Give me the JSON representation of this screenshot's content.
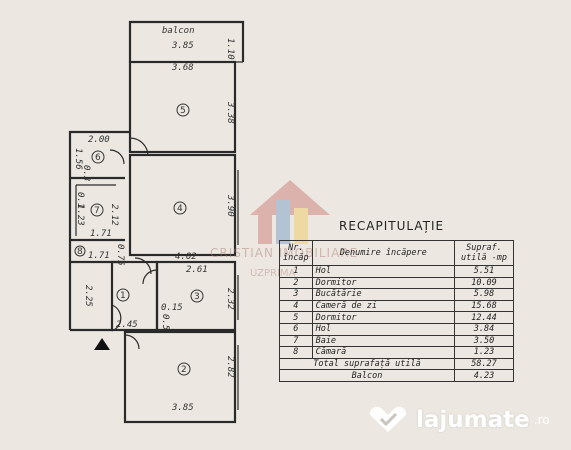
{
  "floorplan": {
    "balcony_label": "balcon",
    "dims": {
      "balcon_w": "3.85",
      "balcon_d": "1.10",
      "r5_w": "3.68",
      "r5_h": "3.38",
      "r6_w": "2.00",
      "r6_h": "1.56",
      "r6_small": "0.3",
      "r7_a": "0.1",
      "r7_b": "1.23",
      "r7_h": "2.12",
      "r7_w": "1.71",
      "r4_h": "3.90",
      "r4_w": "4.02",
      "r8_w": "1.71",
      "r8_d": "0.75",
      "r3_w": "2.61",
      "r3_h": "2.32",
      "r3_a": "0.15",
      "r3_b": "0.5",
      "r1_h": "2.25",
      "r1_w": "2.45",
      "r2_h": "2.82",
      "r2_w": "3.85"
    },
    "rooms": [
      "1",
      "2",
      "3",
      "4",
      "5",
      "6",
      "7",
      "8"
    ]
  },
  "watermark": {
    "text": "CRISTIAN IMOBILIARE",
    "sub": "UZPRIMA",
    "colors": [
      "#c0504d",
      "#4f81bd",
      "#f1c232"
    ]
  },
  "recap": {
    "title": "RECAPITULAȚIE",
    "header": {
      "col1": "Nr. încăp",
      "col2": "Denumire încăpere",
      "col3": "Supraf. utilă -mp"
    },
    "rows": [
      {
        "nr": "1",
        "name": "Hol",
        "area": "5.51"
      },
      {
        "nr": "2",
        "name": "Dormitor",
        "area": "10.09"
      },
      {
        "nr": "3",
        "name": "Bucătărie",
        "area": "5.98"
      },
      {
        "nr": "4",
        "name": "Cameră de zi",
        "area": "15.68"
      },
      {
        "nr": "5",
        "name": "Dormitor",
        "area": "12.44"
      },
      {
        "nr": "6",
        "name": "Hol",
        "area": "3.84"
      },
      {
        "nr": "7",
        "name": "Baie",
        "area": "3.50"
      },
      {
        "nr": "8",
        "name": "Cămară",
        "area": "1.23"
      }
    ],
    "total_label": "Total suprafață utilă",
    "total_value": "58.27",
    "balcon_label": "Balcon",
    "balcon_value": "4.23"
  },
  "logo": {
    "name": "lajumate",
    "suffix": ".ro"
  }
}
